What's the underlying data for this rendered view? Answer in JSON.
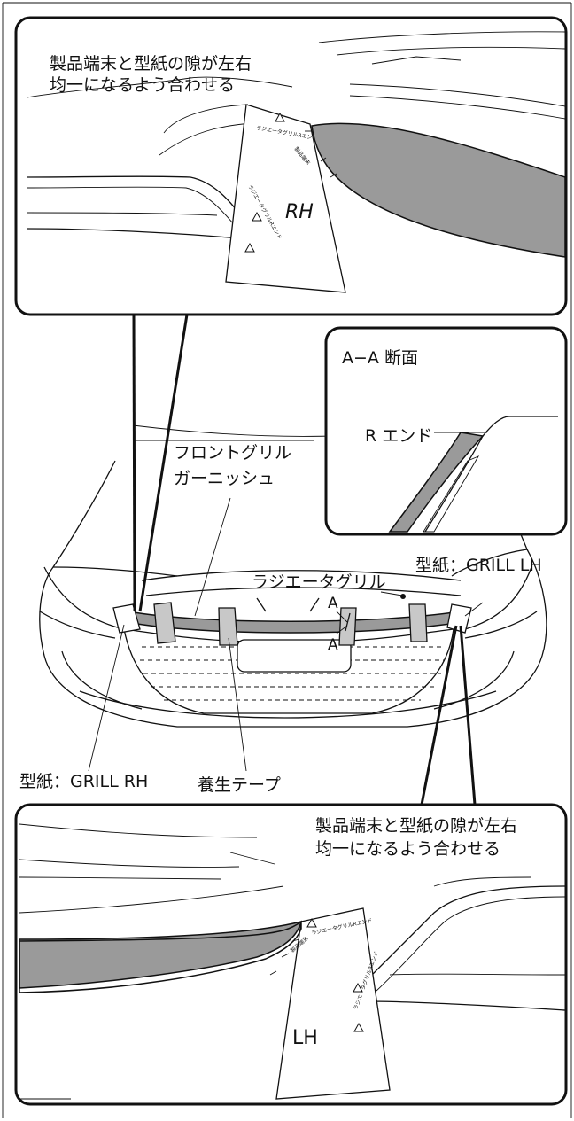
{
  "top_panel": {
    "callout_line1": "製品端末と型紙の隙が左右",
    "callout_line2": "均一になるよう合わせる",
    "template_label": "RH",
    "template_text_1": "ラジエータグリルRエンド",
    "template_text_2": "ラジエータグリルRエンド",
    "product_end_text": "製品端末"
  },
  "section_panel": {
    "title": "A−A 断面",
    "r_end_label": "R エンド"
  },
  "main_view": {
    "garnish_line1": "フロントグリル",
    "garnish_line2": "ガーニッシュ",
    "radiator_grille": "ラジエータグリル",
    "template_lh": "型紙：GRILL LH",
    "template_rh": "型紙：GRILL RH",
    "curing_tape": "養生テープ",
    "section_a_top": "A",
    "section_a_bottom": "A"
  },
  "bottom_panel": {
    "callout_line1": "製品端末と型紙の隙が左右",
    "callout_line2": "均一になるよう合わせる",
    "template_label": "LH",
    "template_text_1": "ラジエータグリルRエンド",
    "template_text_2": "ラジエータグリルRエンド",
    "product_end_text": "製品端末"
  },
  "colors": {
    "line": "#111111",
    "part_fill": "#9a9a9a",
    "tape_fill": "#c8c8c8",
    "background": "#ffffff"
  }
}
